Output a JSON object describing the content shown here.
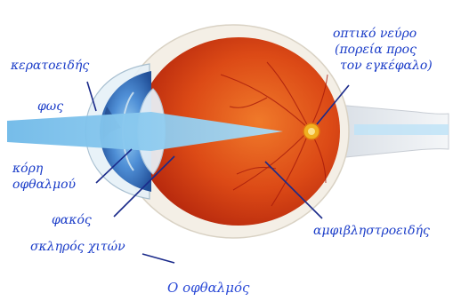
{
  "labels": {
    "cornea": "κερατοειδής",
    "light": "φως",
    "pupil_line1": "κόρη",
    "pupil_line2": "οφθαλμού",
    "lens": "φακός",
    "sclera": "σκληρός χιτών",
    "optic_nerve_line1": "οπτικό νεύρο",
    "optic_nerve_line2": "(πορεία προς",
    "optic_nerve_line3": "τον εγκέφαλο)",
    "retina": "αμφιβληστροειδής"
  },
  "caption": "Ο οφθαλμός",
  "colors": {
    "label_text": "#1a3cc8",
    "eyeball_red": "#d63a12",
    "sclera_white": "#f4efe6",
    "iris_blue": "#3a78c8",
    "light_ray": "#7ec3ec",
    "optic_disc": "#f0b020"
  }
}
